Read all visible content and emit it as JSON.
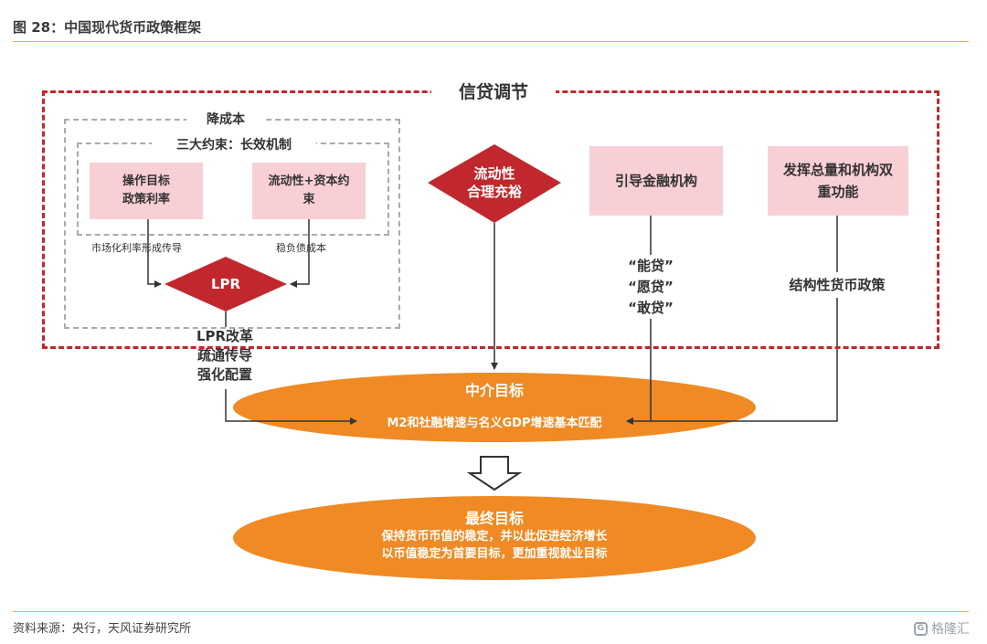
{
  "header": {
    "title": "图 28：中国现代货币政策框架"
  },
  "footer": {
    "source": "资料来源：央行，天风证券研究所",
    "watermark": "格隆汇"
  },
  "diagram": {
    "credit_adjustment": "信贷调节",
    "cost_reduction": "降成本",
    "three_constraints": "三大约束：长效机制",
    "box_operating_target": "操作目标\n政策利率",
    "box_liquidity_capital": "流动性+资本约\n束",
    "label_market_rate": "市场化利率形成传导",
    "label_stable_liability": "稳负债成本",
    "lpr_diamond": "LPR",
    "liquidity_diamond": "流动性\n合理充裕",
    "guide_institutions": "引导金融机构",
    "total_structure": "发挥总量和机构双\n重功能",
    "willing_lend": "“能贷”\n“愿贷”\n“敢贷”",
    "structural_policy": "结构性货币政策",
    "lpr_reform": "LPR改革\n疏通传导\n强化配置",
    "intermediate_title": "中介目标",
    "intermediate_text": "M2和社融增速与名义GDP增速基本匹配",
    "final_title": "最终目标",
    "final_text": "保持货币币值的稳定，并以此促进经济增长\n以币值稳定为首要目标，更加重视就业目标"
  },
  "colors": {
    "accent_red": "#c0282d",
    "pink": "#f8cfd4",
    "orange": "#f08a24",
    "rule": "#e8a567"
  }
}
